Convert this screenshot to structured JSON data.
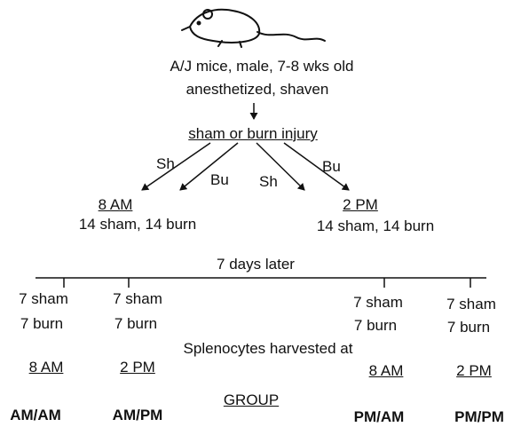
{
  "header": {
    "mice_line": "A/J mice, male,  7-8 wks old",
    "prep_line": "anesthetized, shaven"
  },
  "injury": {
    "label": "sham or burn injury",
    "branches": [
      "Sh",
      "Bu",
      "Sh",
      "Bu"
    ]
  },
  "timepoints": {
    "left": {
      "time": "8 AM",
      "counts": "14 sham, 14 burn"
    },
    "right": {
      "time": "2 PM",
      "counts": "14 sham, 14 burn"
    }
  },
  "delay": "7 days later",
  "subgroups": [
    {
      "sham": "7 sham",
      "burn": "7 burn",
      "harvest": "8 AM",
      "group": "AM/AM"
    },
    {
      "sham": "7 sham",
      "burn": "7 burn",
      "harvest": "2 PM",
      "group": "AM/PM"
    },
    {
      "sham": "7 sham",
      "burn": "7 burn",
      "harvest": "8 AM",
      "group": "PM/AM"
    },
    {
      "sham": "7 sham",
      "burn": "7 burn",
      "harvest": "2 PM",
      "group": "PM/PM"
    }
  ],
  "harvest_label": "Splenocytes harvested at",
  "group_label": "GROUP",
  "icons": {
    "mouse": "mouse-icon"
  }
}
